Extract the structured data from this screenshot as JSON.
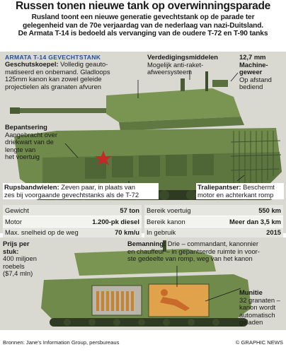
{
  "title": "Russen tonen nieuwe tank op overwinningsparade",
  "subtitle": {
    "line1": "Rusland toont een nieuwe generatie gevechtstank op de parade ter",
    "line2": "gelegenheid van de 70e verjaardag van de nederlaag van nazi-Duitsland.",
    "line3": "De Armata T-14 is bedoeld als vervanging van de oudere T-72 en T-90 tanks"
  },
  "section": "ARMATA T-14 GEVECHTSTANK",
  "labels": {
    "turret_title": "Geschutskoepel:",
    "turret_l1": " Volledig geauto-",
    "turret_l2": "matiseerd en onbemand. Gladloops",
    "turret_l3": "125mm kanon kan zowel geleide",
    "turret_l4": "projectielen als granaten afvuren",
    "defense_title": "Verdedigingsmiddelen",
    "defense_l1": "Mogelijk anti-raket-",
    "defense_l2": "afweersysteem",
    "mg_title_l1": "12,7 mm",
    "mg_title_l2": "Machine-",
    "mg_title_l3": "geweer",
    "mg_l1": "Op afstand",
    "mg_l2": "bediend",
    "armor_title": "Bepantsering",
    "armor_l1": "Aangebracht over",
    "armor_l2": "driekwart van de",
    "armor_l3": "lengte van",
    "armor_l4": "het voertuig",
    "tracks_title": "Rupsbandwielen:",
    "tracks_l1": " Zeven paar, in plaats van",
    "tracks_l2": "zes bij voorgaande gevechtstanks als de T-72",
    "slat_title": "Traliepantser:",
    "slat_l1": " Beschermt",
    "slat_l2": "motor en achterkant romp"
  },
  "stats_left": [
    {
      "label": "Gewicht",
      "value": "57 ton"
    },
    {
      "label": "Motor",
      "value": "1.200-pk diesel"
    },
    {
      "label": "Max. snelheid op de weg",
      "value": "70 km/u"
    }
  ],
  "stats_right": [
    {
      "label": "Bereik voertuig",
      "value": "550 km"
    },
    {
      "label": "Bereik kanon",
      "value": "Meer dan 3,5 km"
    },
    {
      "label": "In gebruik",
      "value": "2015"
    }
  ],
  "bottom": {
    "price_title_l1": "Prijs per",
    "price_title_l2": "stuk:",
    "price_l1": "400 miljoen",
    "price_l2": "roebels",
    "price_l3": "($7,4 mln)",
    "crew_title": "Bemanning:",
    "crew_l1": " Drie – commandant, kanonnier",
    "crew_l2": "en chauffeur – in gepantserde ruimte in voor-",
    "crew_l3": "ste gedeelte van romp, weg van het kanon",
    "ammo_title": "Munitie",
    "ammo_l1": "32 granaten –",
    "ammo_l2": "kanon wordt",
    "ammo_l3": "automatisch",
    "ammo_l4": "geladen"
  },
  "footer": {
    "sources": "Bronnen: Jane's Information Group, persbureaus",
    "credit": "© GRAPHIC NEWS"
  },
  "colors": {
    "tank_green": "#6f8a4a",
    "tank_dark": "#3f4f2c",
    "panel_bg": "#d9d9d2",
    "accent_blue": "#1f4e9a"
  }
}
